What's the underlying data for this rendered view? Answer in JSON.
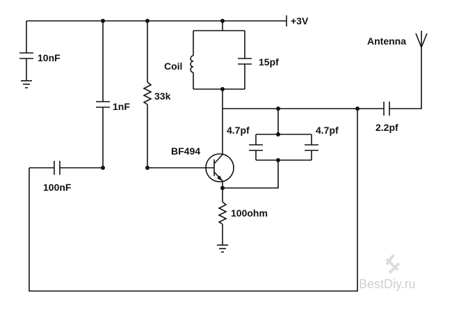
{
  "schematic": {
    "supply_label": "+3V",
    "antenna_label": "Antenna",
    "transistor_label": "BF494",
    "components": {
      "c_supply": "10nF",
      "c_base": "1nF",
      "r_bias": "33k",
      "coil": "Coil",
      "c_tank": "15pf",
      "c_fb_left": "4.7pf",
      "c_fb_right": "4.7pf",
      "c_antenna": "2.2pf",
      "c_input": "100nF",
      "r_emitter": "100ohm"
    }
  },
  "watermark": {
    "text": "BestDiy.ru"
  }
}
